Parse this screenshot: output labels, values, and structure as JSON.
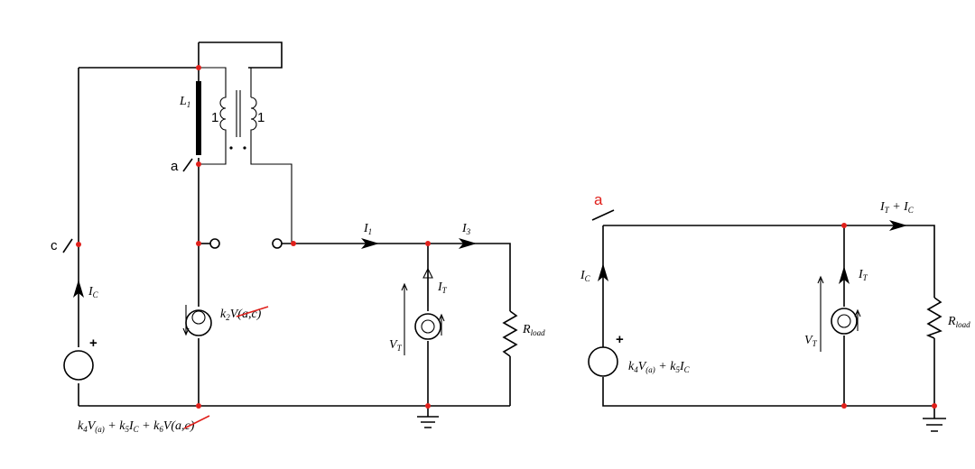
{
  "left_circuit": {
    "inductor": {
      "label": "L",
      "sub": "1"
    },
    "turns_left": "1",
    "turns_right": "1",
    "node_a": "a",
    "node_c": "c",
    "current_I1": {
      "label": "I",
      "sub": "1"
    },
    "current_I3": {
      "label": "I",
      "sub": "3"
    },
    "current_IC": {
      "label": "I",
      "sub": "C"
    },
    "current_IT": {
      "label": "I",
      "sub": "T"
    },
    "voltage_VT": {
      "label": "V",
      "sub": "T"
    },
    "load": {
      "label": "R",
      "sub": "load"
    },
    "plus": "+",
    "dep_source": {
      "k": "k",
      "k_sub": "2",
      "v": "V",
      "struck": "(a,c)"
    },
    "vsource_expr": {
      "t1_k": "k",
      "t1_ksub": "4",
      "t1_v": "V",
      "t1_vsub": "(a)",
      "t2": "+ k",
      "t2_ksub": "5",
      "t2_i": "I",
      "t2_isub": "C",
      "t3": "+ k",
      "t3_ksub": "6",
      "t3_v": "V",
      "t3_struck": "(a,c)"
    }
  },
  "right_circuit": {
    "node_a": "a",
    "current_sum": {
      "i1": "I",
      "i1sub": "T",
      "plus": "+ I",
      "i2sub": "C"
    },
    "current_IC": {
      "label": "I",
      "sub": "C"
    },
    "current_IT": {
      "label": "I",
      "sub": "T"
    },
    "voltage_VT": {
      "label": "V",
      "sub": "T"
    },
    "load": {
      "label": "R",
      "sub": "load"
    },
    "plus": "+",
    "vsource_expr": {
      "t1_k": "k",
      "t1_ksub": "4",
      "t1_v": "V",
      "t1_vsub": "(a)",
      "t2": "+ k",
      "t2_ksub": "5",
      "t2_i": "I",
      "t2_isub": "C"
    }
  },
  "colors": {
    "wire": "#000000",
    "node": "#e0201b",
    "annotation": "#e0201b"
  }
}
